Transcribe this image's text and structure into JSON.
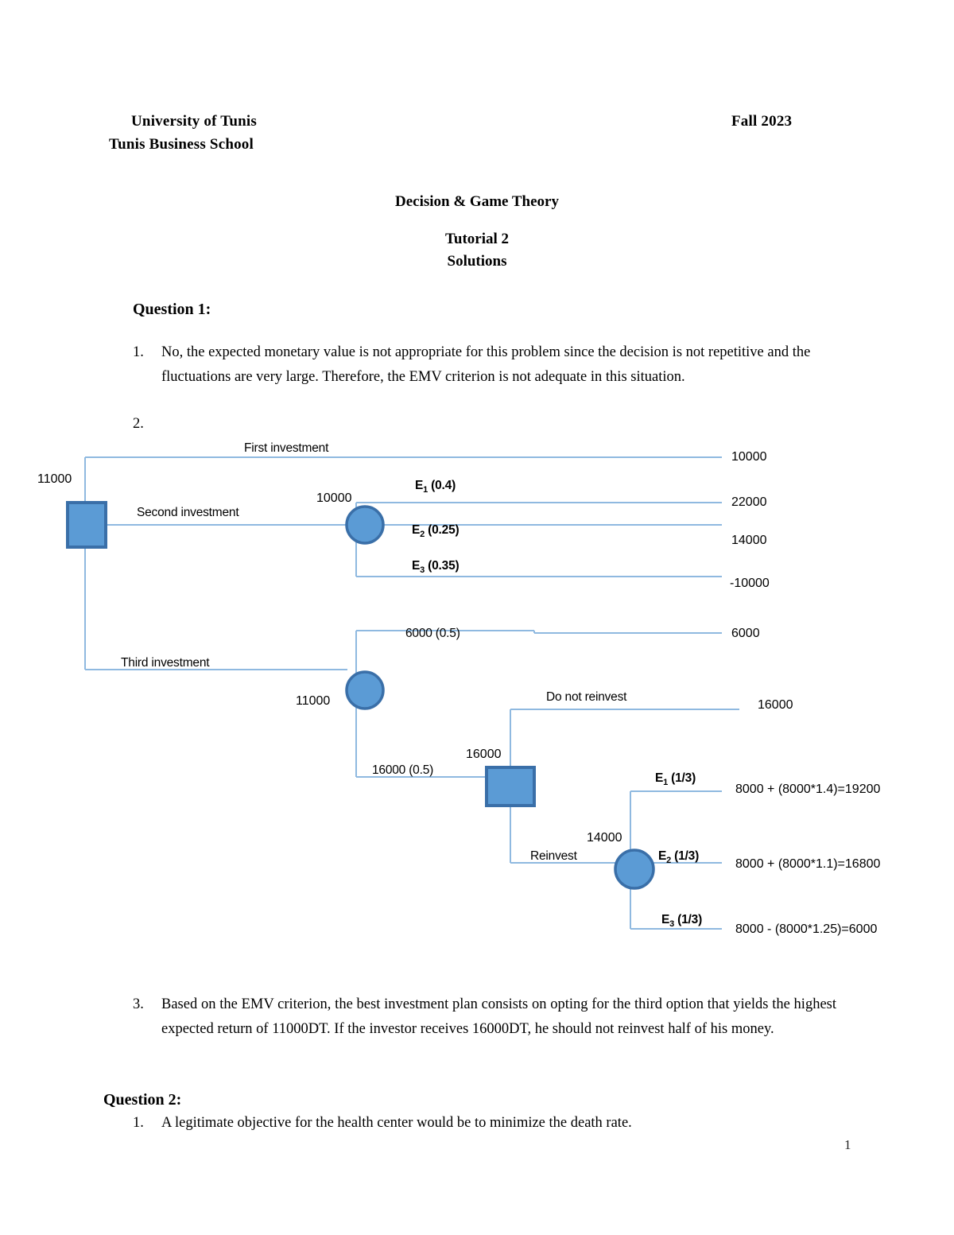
{
  "header": {
    "university": "University of Tunis",
    "school": "Tunis Business School",
    "term": "Fall 2023",
    "course": "Decision & Game Theory",
    "tutorial": "Tutorial 2",
    "solutions": "Solutions"
  },
  "sections": {
    "question1_heading": "Question 1:",
    "question2_heading": "Question 2:",
    "q1_item1_num": "1.",
    "q1_item1": "No, the expected monetary value is not appropriate for this problem since the decision is not repetitive and the fluctuations are very large. Therefore, the EMV criterion is not adequate in this situation.",
    "q1_item2_num": "2.",
    "q1_item2": "",
    "q1_item3_num": "3.",
    "q1_item3": "Based on the EMV criterion, the best investment plan consists on opting for the third option that yields the highest expected return of 11000DT. If the investor receives 16000DT, he should not reinvest half of his money.",
    "q2_item1_num": "1.",
    "q2_item1": "A legitimate objective for the health center would be to minimize the death rate."
  },
  "page_number": "1",
  "colors": {
    "node_fill": "#5B9BD5",
    "node_stroke": "#3A6FA8",
    "branch_line": "#8FB9E0"
  },
  "tree": {
    "root_node_value": "11000",
    "second_chance_value": "10000",
    "third_chance_value": "11000",
    "mid_decision_value": "16000",
    "reinvest_chance_value": "14000",
    "branches": {
      "first_investment": "First investment",
      "second_investment": "Second investment",
      "third_investment": "Third investment",
      "do_not_reinvest": "Do not reinvest",
      "reinvest": "Reinvest",
      "e1_top_prob": "(0.4)",
      "e2_top_prob": "(0.25)",
      "e3_top_prob": "(0.35)",
      "six_thousand_prob": "6000 (0.5)",
      "sixteen_thousand_prob": "16000 (0.5)",
      "e1_bot_prob": "(1/3)",
      "e2_bot_prob": "(1/3)",
      "e3_bot_prob": "(1/3)",
      "e_letter": "E"
    },
    "outcomes": {
      "first_investment": "10000",
      "e1_top": "22000",
      "e2_top": "14000",
      "e3_top": "-10000",
      "six_thousand": "6000",
      "do_not_reinvest": "16000",
      "e1_bot": "8000 + (8000*1.4)=19200",
      "e2_bot": "8000 + (8000*1.1)=16800",
      "e3_bot": "8000 - (8000*1.25)=6000"
    }
  }
}
